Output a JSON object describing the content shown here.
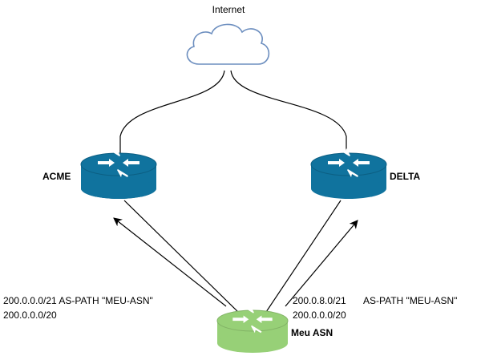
{
  "nodes": {
    "internet": {
      "label": "Internet",
      "icon": "cloud-icon"
    },
    "acme": {
      "label": "ACME",
      "icon": "router-icon",
      "color": "#10739e"
    },
    "delta": {
      "label": "DELTA",
      "icon": "router-icon",
      "color": "#10739e"
    },
    "meu_asn": {
      "label": "Meu ASN",
      "icon": "router-icon",
      "color": "#97d077"
    }
  },
  "annotations": {
    "left_line1": "200.0.0.0/21 AS-PATH \"MEU-ASN\"",
    "left_line2": "200.0.0.0/20",
    "right_prefix1": "200.0.8.0/21",
    "right_aspath": "AS-PATH \"MEU-ASN\"",
    "right_prefix2": "200.0.0.0/20"
  },
  "colors": {
    "cloud_stroke": "#6c8ebf",
    "router_dark": "#10739e",
    "router_green": "#97d077",
    "router_arrow": "#ffffff"
  }
}
